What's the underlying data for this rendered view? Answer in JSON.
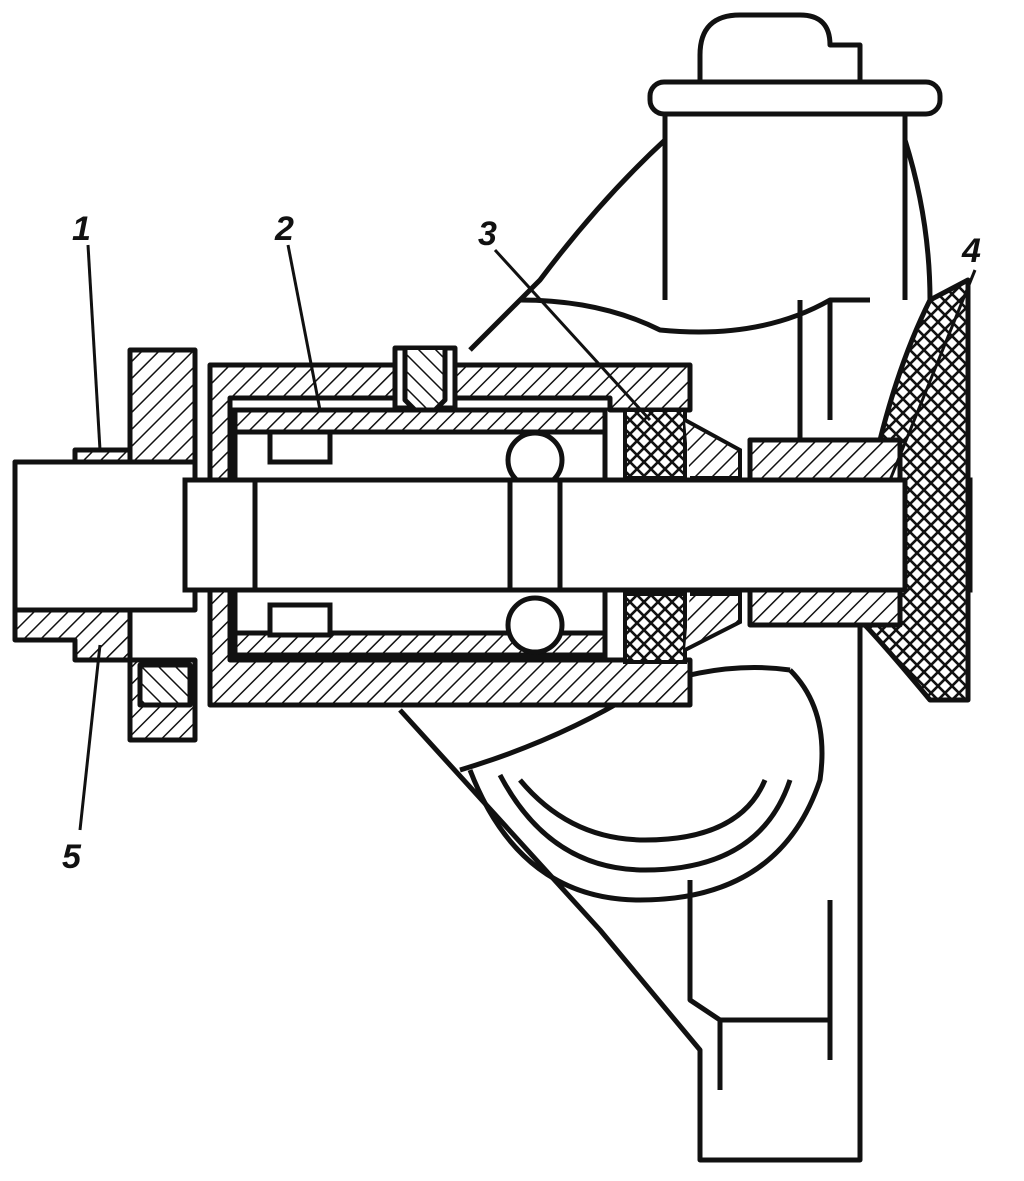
{
  "diagram": {
    "callouts": [
      {
        "id": "c1",
        "text": "1"
      },
      {
        "id": "c2",
        "text": "2"
      },
      {
        "id": "c3",
        "text": "3"
      },
      {
        "id": "c4",
        "text": "4"
      },
      {
        "id": "c5",
        "text": "5"
      }
    ]
  },
  "colors": {
    "ink": "#111111",
    "paper": "#ffffff"
  }
}
